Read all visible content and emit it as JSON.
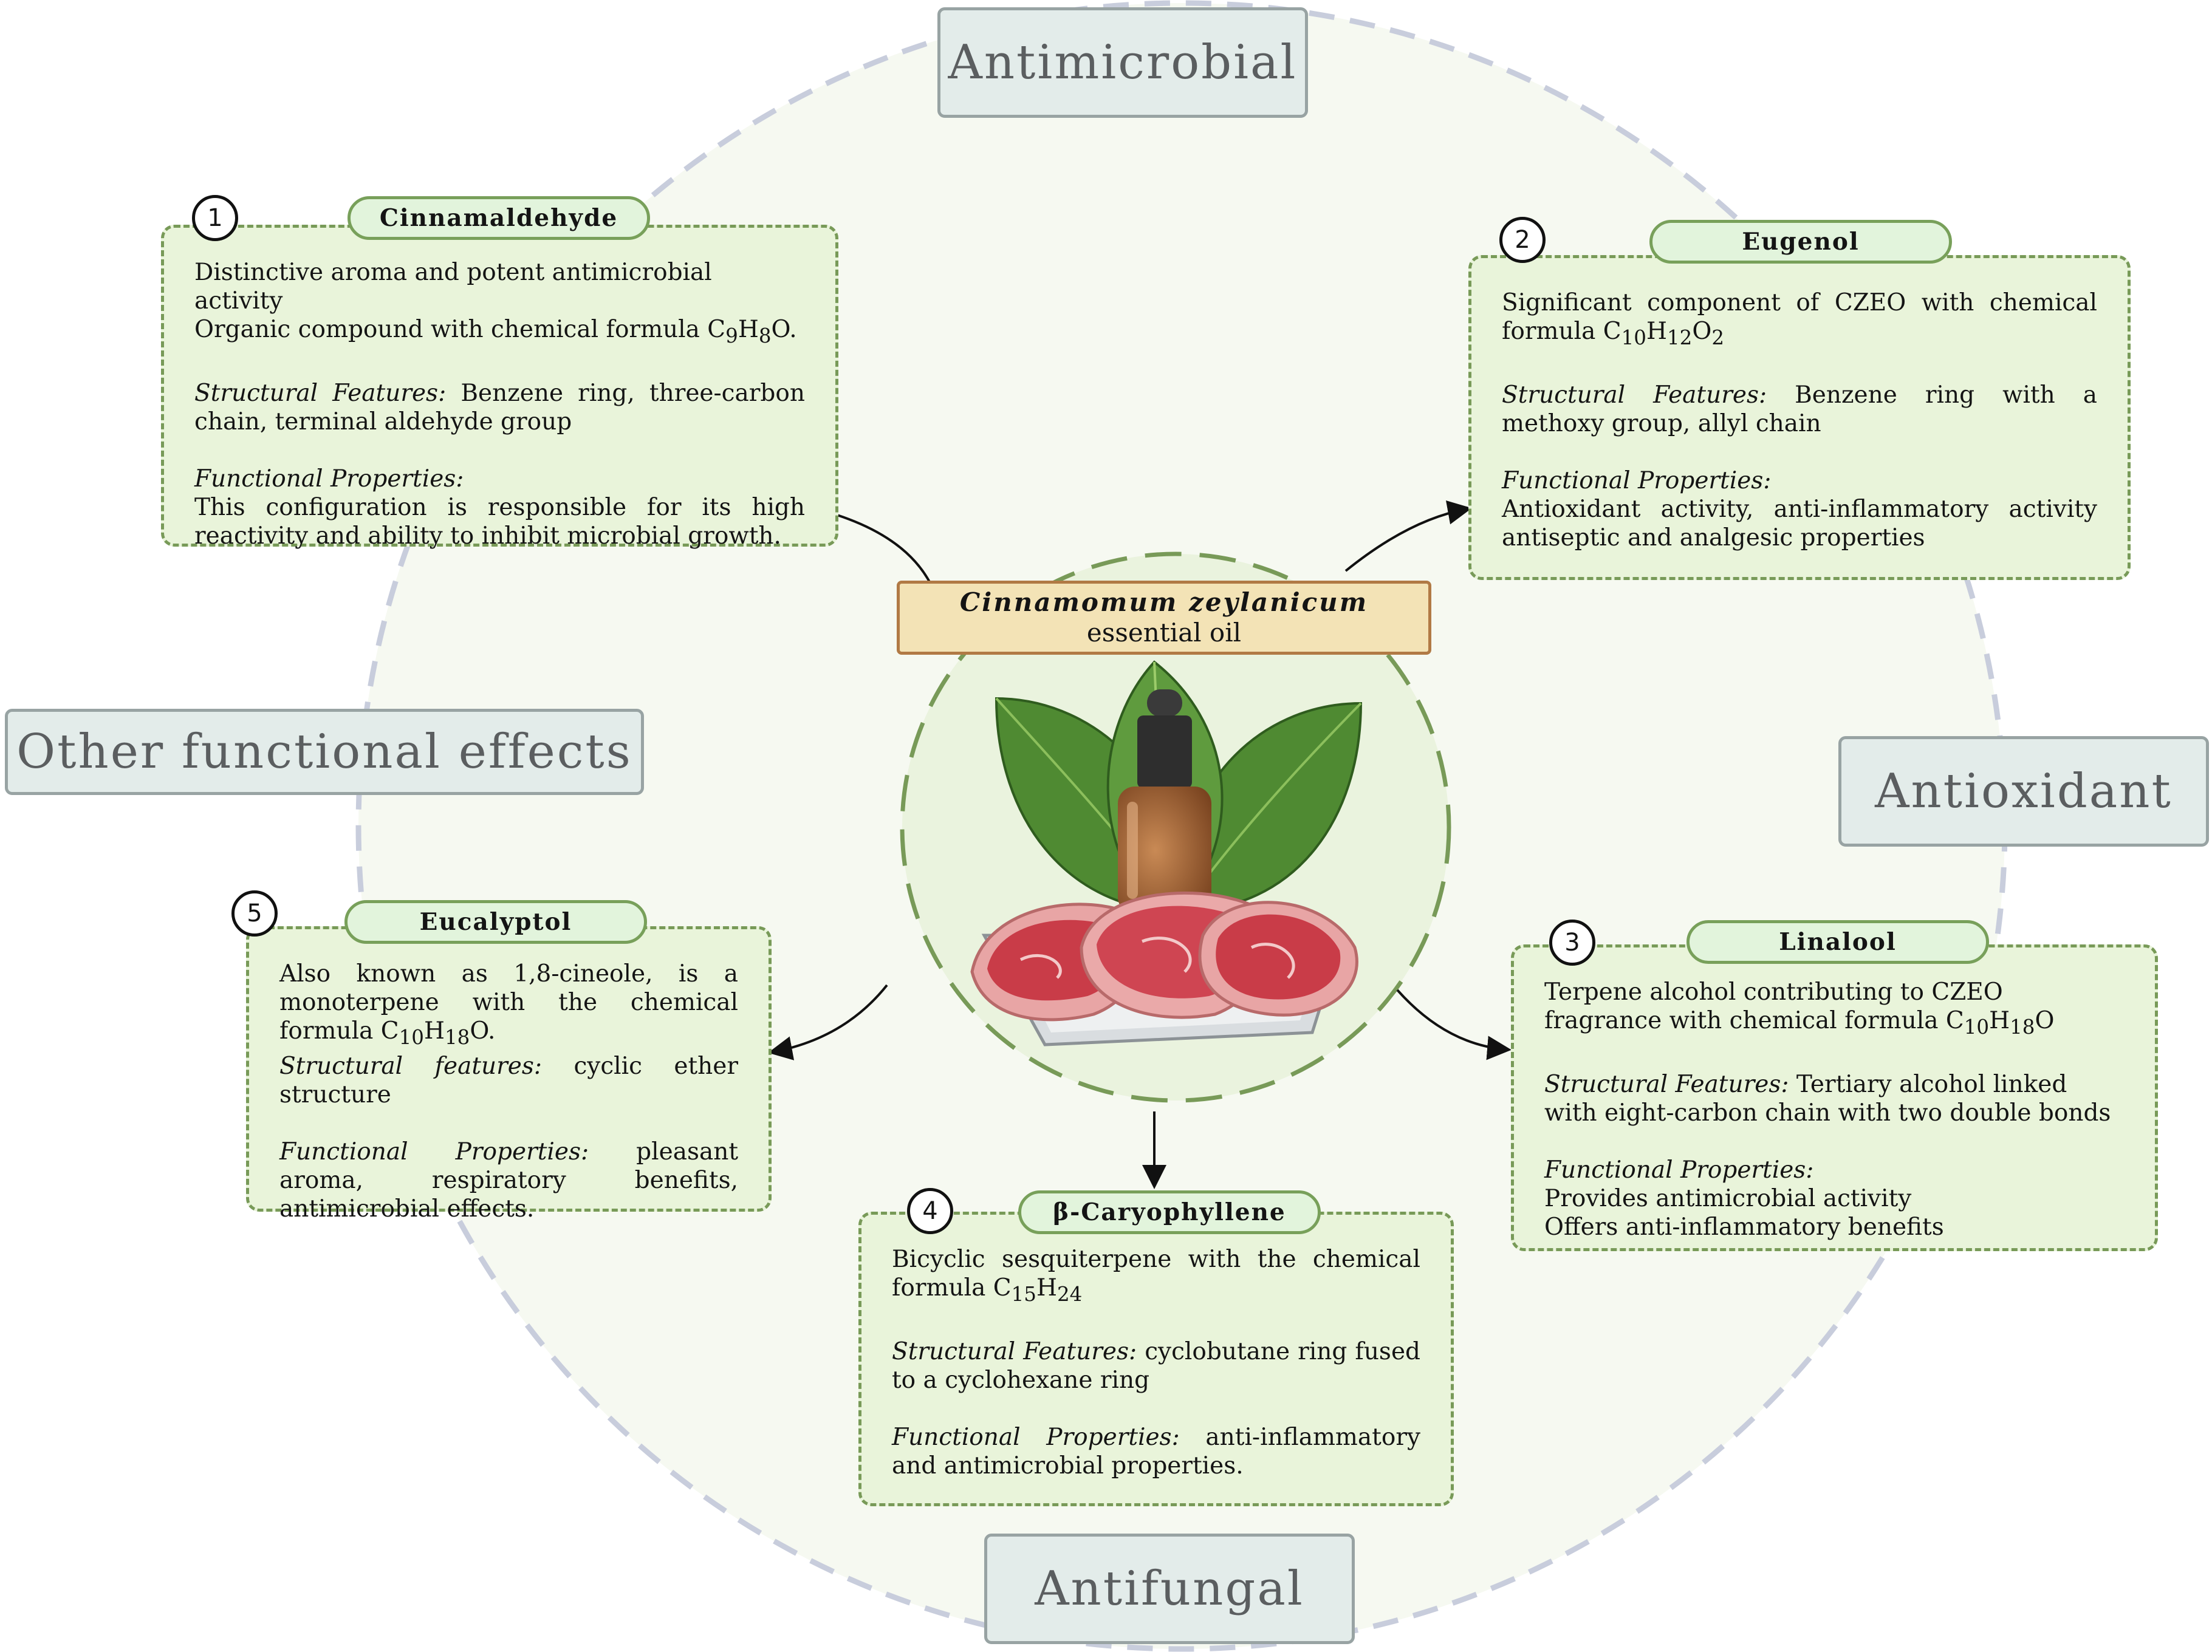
{
  "center": {
    "title": "Cinnamomum zeylanicum",
    "subtitle": "essential oil"
  },
  "effects": {
    "top": "Antimicrobial",
    "left": "Other functional effects",
    "right": "Antioxidant",
    "bottom": "Antifungal"
  },
  "compounds": [
    {
      "number": "1",
      "name": "Cinnamaldehyde",
      "description_lines": [
        "Distinctive aroma and potent antimicrobial activity",
        "Organic compound with chemical formula "
      ],
      "formula": [
        "C",
        "9",
        "H",
        "8",
        "O."
      ],
      "structural_label": "Structural Features:",
      "structural_text": "Benzene ring, three-carbon chain, terminal aldehyde group",
      "functional_label": "Functional Properties:",
      "functional_text": "This configuration is responsible for its high reactivity and ability to inhibit microbial growth."
    },
    {
      "number": "2",
      "name": "Eugenol",
      "description": "Significant component of CZEO with chemical formula ",
      "formula": [
        "C",
        "10",
        "H",
        "12",
        "O",
        "2"
      ],
      "structural_label": "Structural Features:",
      "structural_text": "Benzene ring with a methoxy group, allyl chain",
      "functional_label": "Functional Properties:",
      "functional_text": "Antioxidant activity, anti-inflammatory activity antiseptic and analgesic properties"
    },
    {
      "number": "3",
      "name": "Linalool",
      "description": "Terpene alcohol contributing to CZEO fragrance with chemical formula ",
      "formula": [
        "C",
        "10",
        "H",
        "18",
        "O"
      ],
      "structural_label": "Structural Features:",
      "structural_text": "Tertiary alcohol linked with eight-carbon chain with two double bonds",
      "functional_label": "Functional Properties:",
      "functional_lines": [
        "Provides antimicrobial activity",
        "Offers anti-inflammatory benefits"
      ]
    },
    {
      "number": "4",
      "name": "β-Caryophyllene",
      "description": "Bicyclic sesquiterpene with the chemical formula ",
      "formula": [
        "C",
        "15",
        "H",
        "24"
      ],
      "structural_label": "Structural Features:",
      "structural_text": "cyclobutane ring fused to a cyclohexane ring",
      "functional_label": "Functional Properties:",
      "functional_text": "anti-inflammatory and antimicrobial properties."
    },
    {
      "number": "5",
      "name": "Eucalyptol",
      "description": "Also known as 1,8-cineole, is a monoterpene with the chemical formula ",
      "formula": [
        "C",
        "10",
        "H",
        "18",
        "O."
      ],
      "structural_label": "Structural features:",
      "structural_text": "cyclic ether structure",
      "functional_label": "Functional Properties:",
      "functional_text": "pleasant aroma, respiratory benefits, antimicrobial effects."
    }
  ],
  "colors": {
    "card_bg": "#e9f4da",
    "card_border": "#789a58",
    "pill_bg": "#e2f4dc",
    "effect_bg": "#e3ecea",
    "center_circle": "#eaf3de",
    "center_label_bg": "#f3e3b6",
    "outer_ring": "#c8cddc"
  },
  "icons": [
    "leaf-icon",
    "dropper-bottle-icon",
    "meat-slices-icon",
    "tray-icon"
  ]
}
